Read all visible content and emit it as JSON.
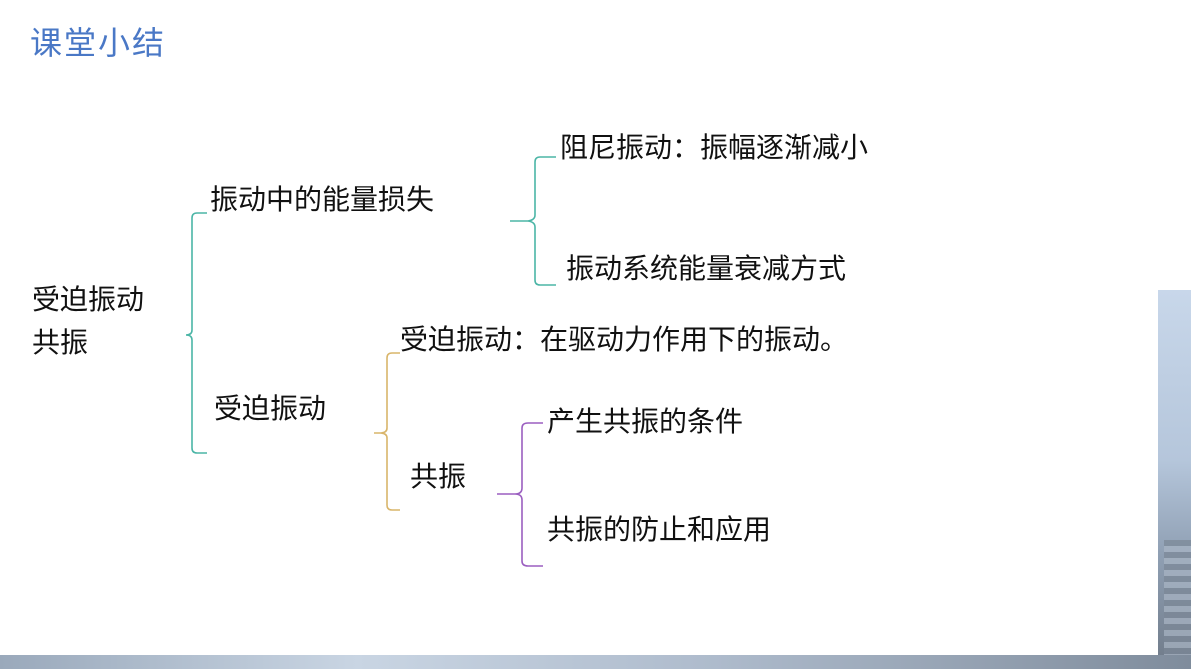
{
  "title": "课堂小结",
  "root": {
    "line1": "受迫振动",
    "line2": "共振"
  },
  "branches": {
    "energy_loss": {
      "label": "振动中的能量损失",
      "children": [
        "阻尼振动：振幅逐渐减小",
        "振动系统能量衰减方式"
      ]
    },
    "forced": {
      "label": "受迫振动",
      "definition": "受迫振动：在驱动力作用下的振动。",
      "resonance": {
        "label": "共振",
        "children": [
          "产生共振的条件",
          "共振的防止和应用"
        ]
      }
    }
  },
  "colors": {
    "title": "#4a78c6",
    "bracket_root": "#4bb5a6",
    "bracket_energy": "#4bb5a6",
    "bracket_forced": "#d9b56a",
    "bracket_resonance": "#9b5fc0"
  }
}
